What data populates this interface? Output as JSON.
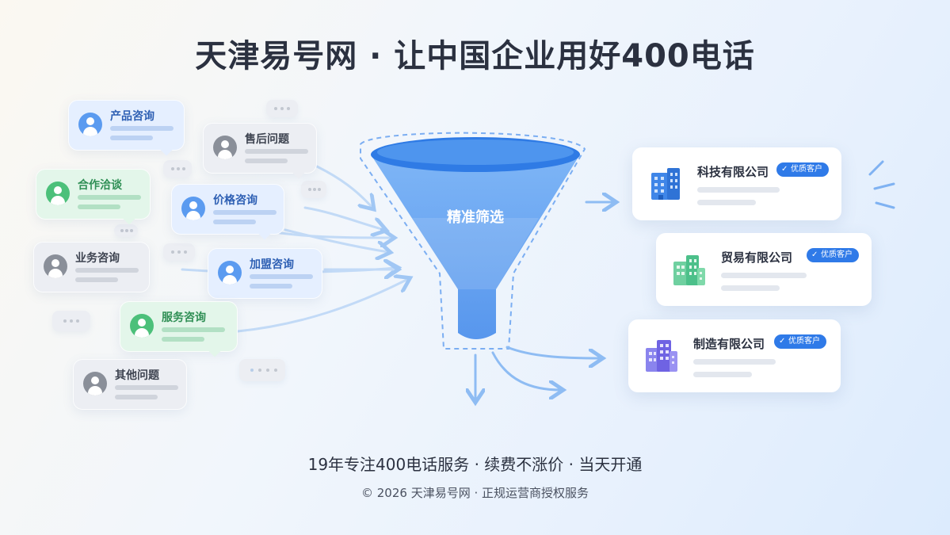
{
  "title": "天津易号网 · 让中国企业用好400电话",
  "inquiries": [
    {
      "label": "产品咨询",
      "color": "blue"
    },
    {
      "label": "售后问题",
      "color": "gray"
    },
    {
      "label": "合作洽谈",
      "color": "green"
    },
    {
      "label": "价格咨询",
      "color": "blue"
    },
    {
      "label": "业务咨询",
      "color": "gray"
    },
    {
      "label": "加盟咨询",
      "color": "blue"
    },
    {
      "label": "服务咨询",
      "color": "green"
    },
    {
      "label": "其他问题",
      "color": "gray"
    }
  ],
  "funnel": {
    "label": "精准筛选"
  },
  "companies": [
    {
      "name": "科技有限公司",
      "badge": "优质客户",
      "color": "#3f86e8"
    },
    {
      "name": "贸易有限公司",
      "badge": "优质客户",
      "color": "#4cc08a"
    },
    {
      "name": "制造有限公司",
      "badge": "优质客户",
      "color": "#7a6fe6"
    }
  ],
  "tagline": "19年专注400电话服务 · 续费不涨价 · 当天开通",
  "footer": "© 2026 天津易号网 · 正规运营商授权服务"
}
